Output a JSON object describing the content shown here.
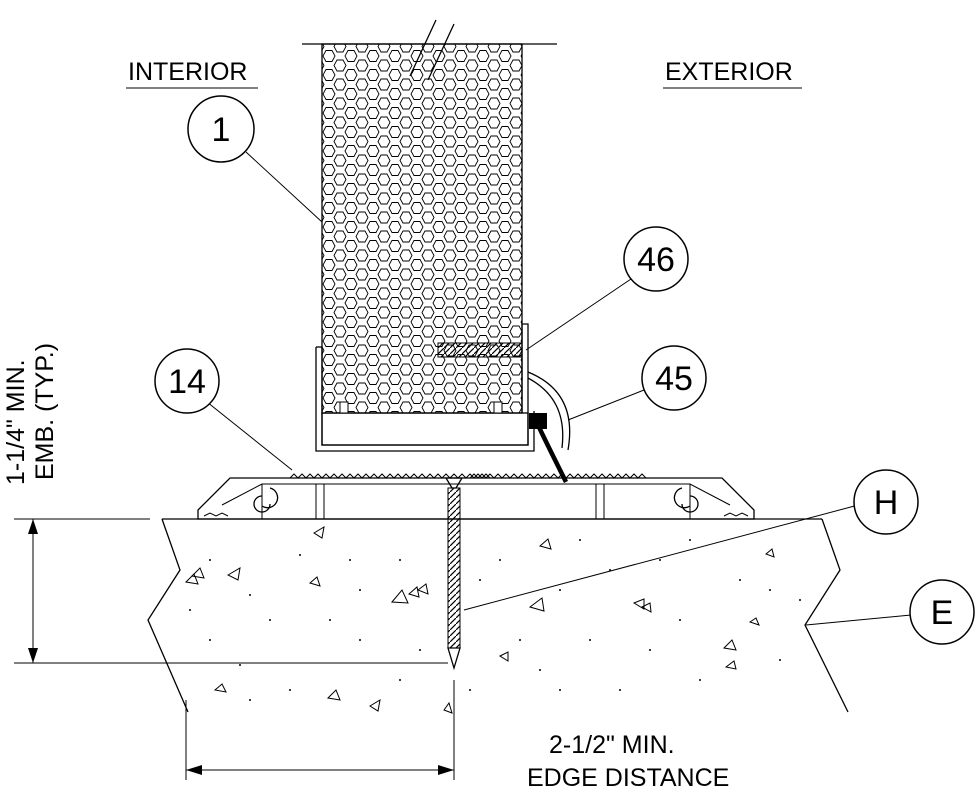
{
  "labels": {
    "interior": "INTERIOR",
    "exterior": "EXTERIOR",
    "embedment_line1": "1-1/4\" MIN.",
    "embedment_line2": "EMB. (TYP.)",
    "edge_line1": "2-1/2\" MIN.",
    "edge_line2": "EDGE DISTANCE"
  },
  "callouts": {
    "c1": "1",
    "c46": "46",
    "c45": "45",
    "c14": "14",
    "cH": "H",
    "cE": "E"
  }
}
